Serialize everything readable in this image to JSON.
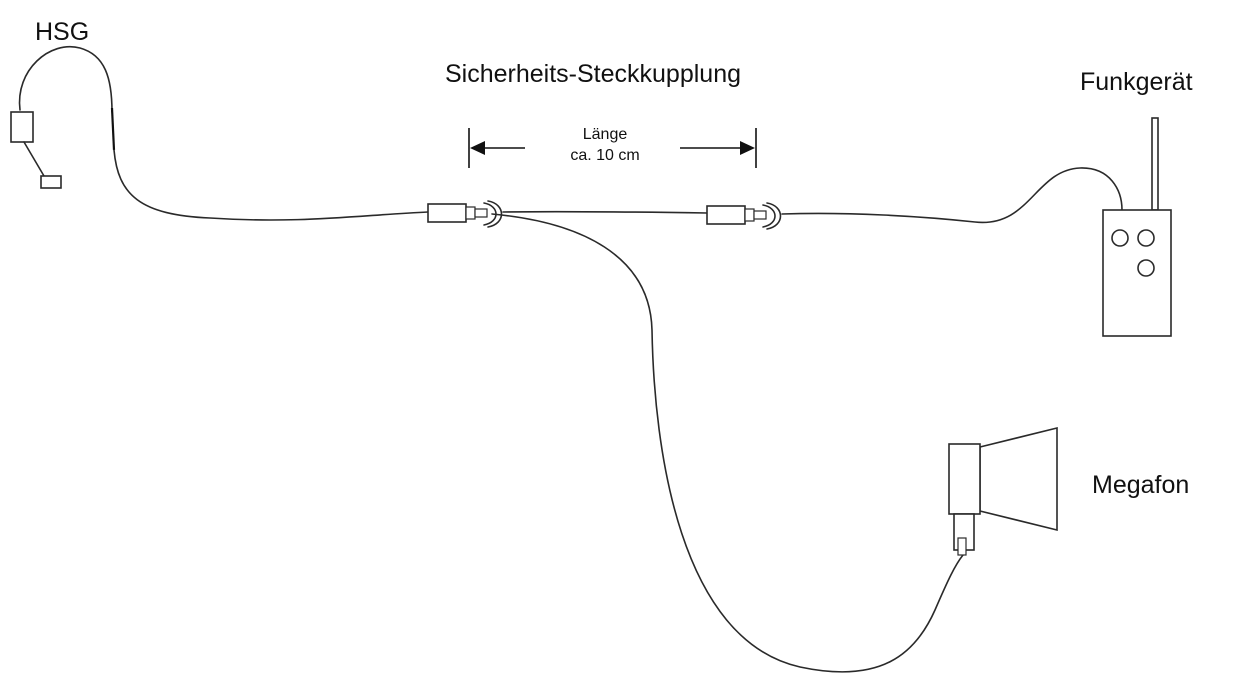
{
  "labels": {
    "headset": "HSG",
    "coupling": "Sicherheits-Steckkupplung",
    "radio": "Funkgerät",
    "megaphone": "Megafon",
    "length_title": "Länge",
    "length_value": "ca. 10 cm"
  },
  "colors": {
    "line": "#2a2a2a",
    "text": "#111111",
    "background": "#ffffff"
  }
}
